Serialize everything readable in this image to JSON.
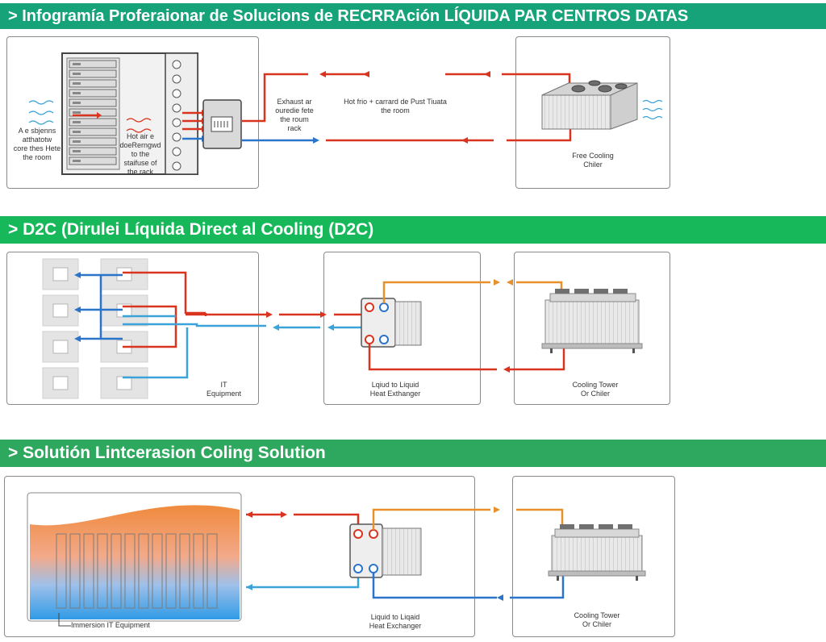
{
  "section1": {
    "title": "> Infogramía Proferaionar de Solucions de RECRRAción LÍQUIDA PAR CENTROS DATAS",
    "label_room_air": "A e sbjenns\natthatotw\ncore thes Hete\nthe room",
    "label_hot_air": "Hot air e\ndoeRerngwd\nto the\nstaifuse of\nthe rack",
    "label_exhaust": "Exhaust ar\nouredie fete\nthe roum\nrack",
    "label_hot_return": "Hot frio + carrard de Pust Tiuata\nthe room",
    "label_chiller": "Free Cooling\nChiler"
  },
  "section2": {
    "title": "> D2C (Dirulei Líquida Direct al Cooling (D2C)",
    "label_it": "IT\nEquipment",
    "label_hx": "Lqiud to Liquid\nHeat Exthanger",
    "label_tower": "Cooling Tower\nOr Chiler"
  },
  "section3": {
    "title": "> Solutión Lintcerasion Coling Solution",
    "label_immersion": "Immersion IT Equipment",
    "label_hx": "Liquid to Liqaid\nHeat Exchanger",
    "label_tower": "Cooling Tower\nOr Chiler"
  },
  "colors": {
    "hot": "#d9341f",
    "cold": "#2a74c9",
    "warm": "#e8902a",
    "light_blue": "#3aa3d8",
    "banner1": "#17a37a",
    "banner2": "#16b85a",
    "banner3": "#2ea85e"
  }
}
